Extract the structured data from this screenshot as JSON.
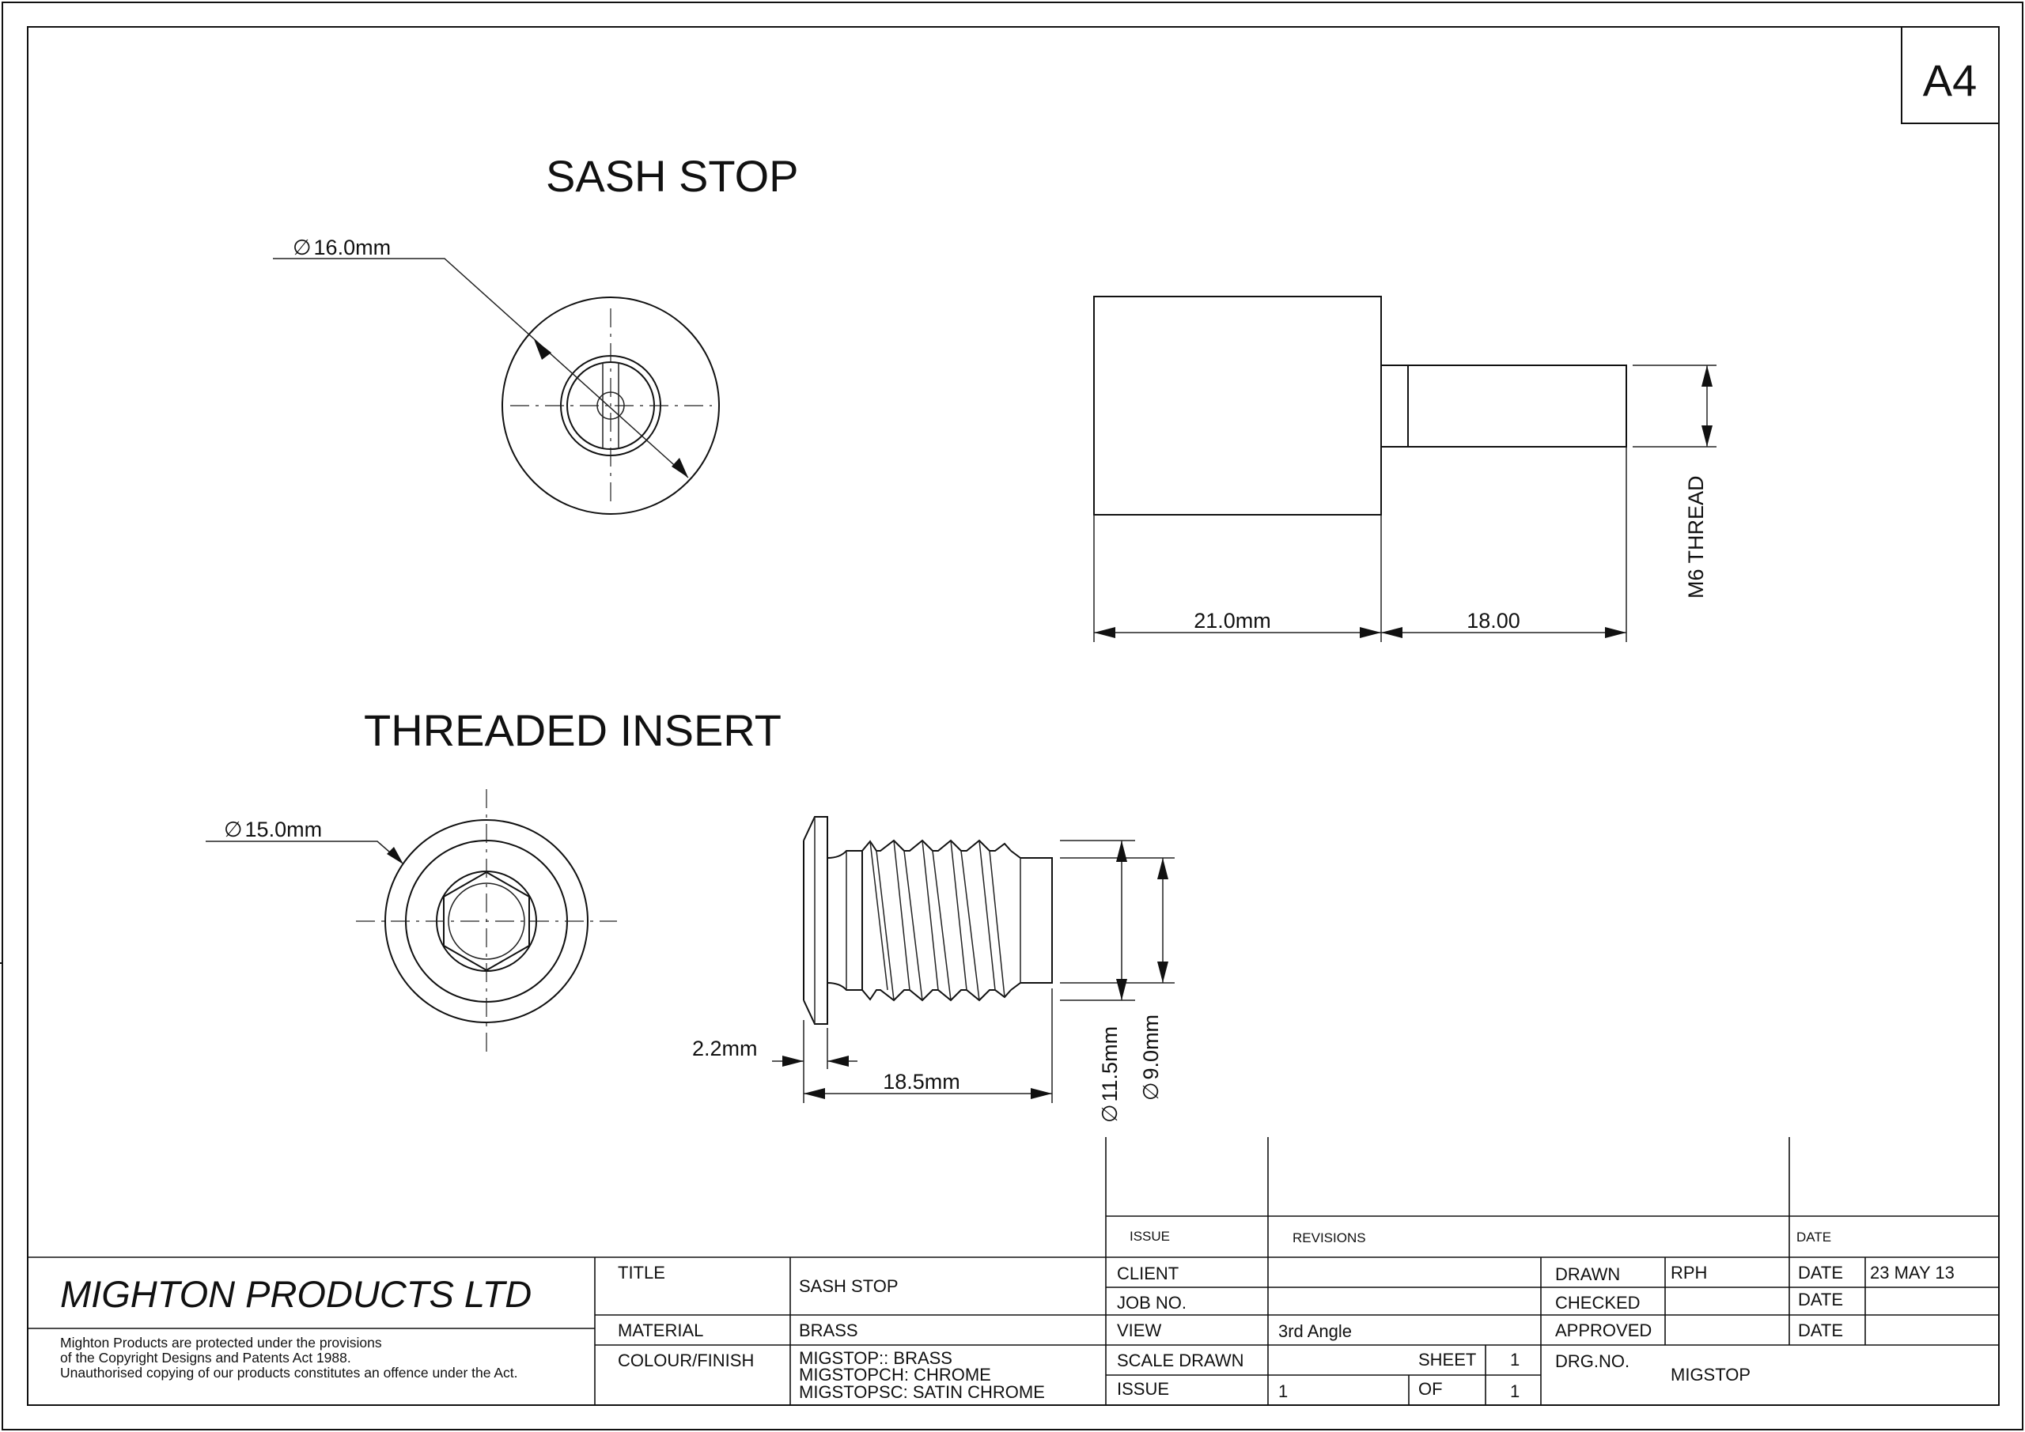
{
  "sheet_size": "A4",
  "views": {
    "sash_stop_title": "SASH STOP",
    "threaded_insert_title": "THREADED INSERT"
  },
  "dimensions": {
    "sash_stop_dia": "16.0mm",
    "sash_stop_body_len": "21.0mm",
    "sash_stop_thread_len": "18.00",
    "sash_stop_thread": "M6 THREAD",
    "insert_dia": "15.0mm",
    "insert_flange": "2.2mm",
    "insert_len": "18.5mm",
    "insert_outer_dia": "11.5mm",
    "insert_inner_dia": "9.0mm",
    "diameter_symbol": "∅"
  },
  "revisions": {
    "issue_header": "ISSUE",
    "revisions_header": "REVISIONS",
    "date_header": "DATE"
  },
  "title_block": {
    "company": "MIGHTON PRODUCTS LTD",
    "copyright": [
      "Mighton  Products are protected under the provisions",
      "of the Copyright  Designs and Patents Act 1988.",
      "Unauthorised copying of our products constitutes an offence under the Act."
    ],
    "title_label": "TITLE",
    "title_value": "SASH STOP",
    "material_label": "MATERIAL",
    "material_value": "BRASS",
    "finish_label": "COLOUR/FINISH",
    "finish_values": [
      "MIGSTOP:: BRASS",
      "MIGSTOPCH: CHROME",
      "MIGSTOPSC: SATIN CHROME"
    ],
    "client_label": "CLIENT",
    "client_value": "",
    "job_label": "JOB NO.",
    "job_value": "",
    "view_label": "VIEW",
    "view_value": "3rd Angle",
    "scale_label": "SCALE DRAWN",
    "scale_value": "",
    "issue_label": "ISSUE",
    "issue_value": "1",
    "sheet_label": "SHEET",
    "sheet_value": "1",
    "of_label": "OF",
    "of_value": "1",
    "drawn_label": "DRAWN",
    "drawn_value": "RPH",
    "checked_label": "CHECKED",
    "checked_value": "",
    "approved_label": "APPROVED",
    "approved_value": "",
    "date_label": "DATE",
    "drawn_date": "23 MAY 13",
    "checked_date": "",
    "approved_date": "",
    "drgno_label": "DRG.NO.",
    "drgno_value": "MIGSTOP"
  }
}
